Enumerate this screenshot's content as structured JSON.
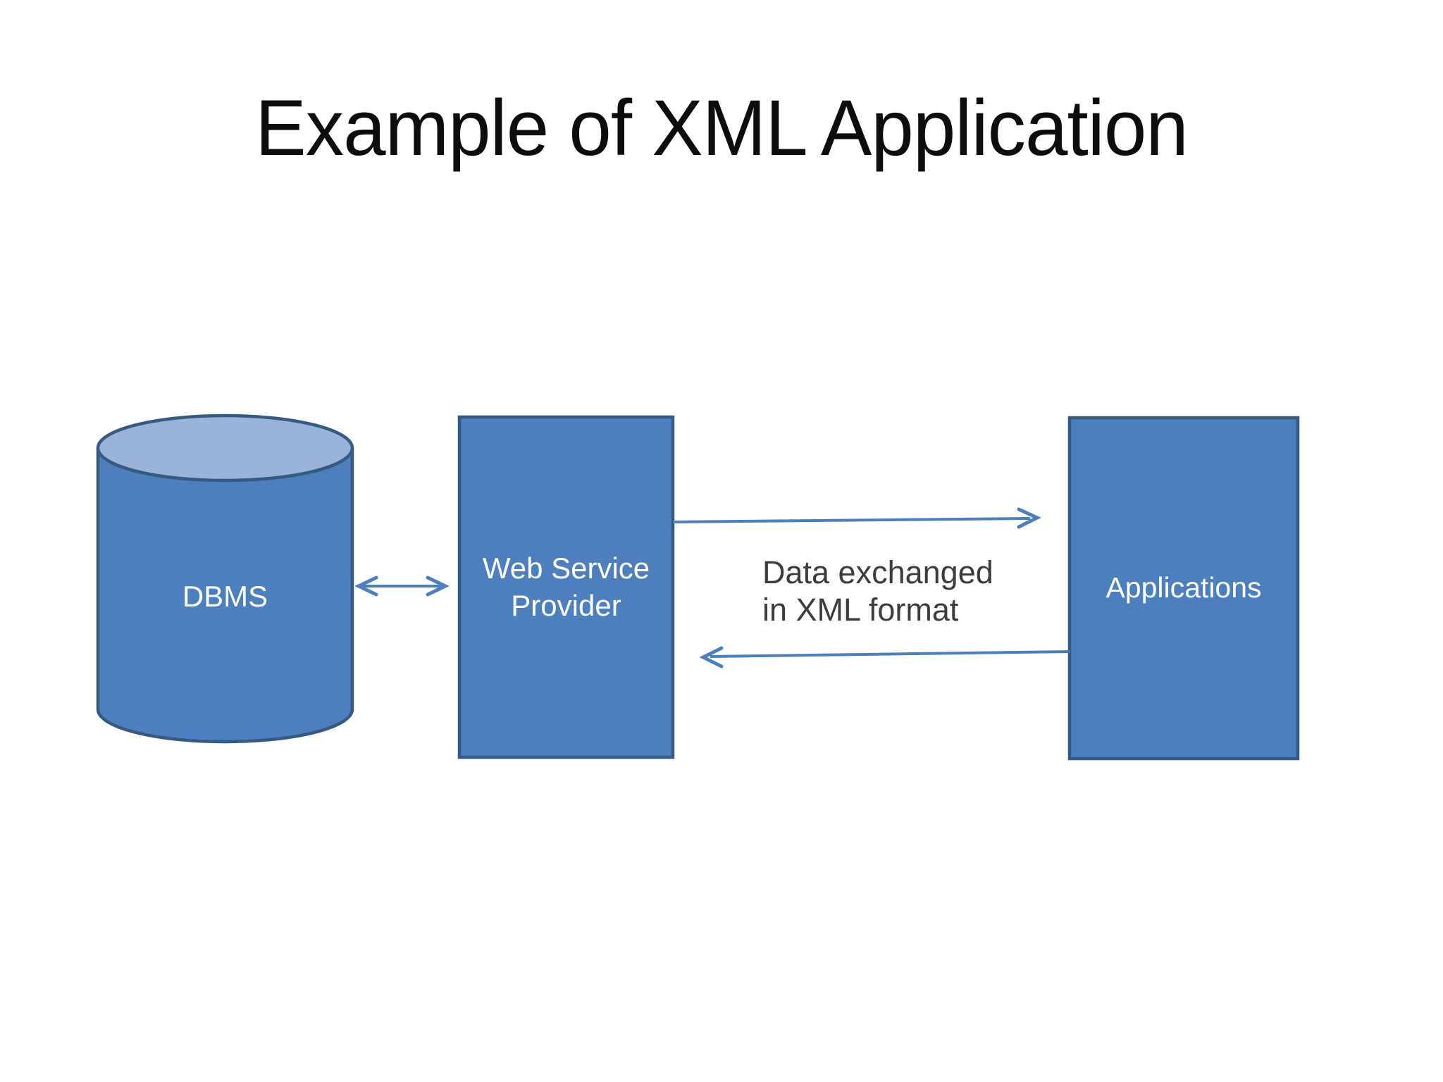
{
  "slide": {
    "title": "Example of XML Application"
  },
  "colors": {
    "background": "#ffffff",
    "shape_fill": "#4d7fbe",
    "shape_border": "#365a82",
    "cylinder_top_fill": "#9ab3d8",
    "arrow": "#4d7fbe",
    "label_text": "#ffffff",
    "annotation_text": "#3c3c3c",
    "title_text": "#0d0d0d"
  },
  "nodes": {
    "dbms": {
      "label": "DBMS",
      "shape": "database-cylinder"
    },
    "web_service_provider": {
      "label": "Web Service Provider",
      "shape": "rectangle"
    },
    "applications": {
      "label": "Applications",
      "shape": "rectangle"
    }
  },
  "connectors": {
    "dbms_wsp": {
      "type": "double-headed-arrow",
      "from": "DBMS",
      "to": "Web Service Provider"
    },
    "wsp_to_apps": {
      "type": "arrow",
      "from": "Web Service Provider",
      "to": "Applications"
    },
    "apps_to_wsp": {
      "type": "arrow",
      "from": "Applications",
      "to": "Web Service Provider"
    },
    "exchange": {
      "lines": [
        "Data exchanged",
        "in XML format"
      ]
    }
  }
}
